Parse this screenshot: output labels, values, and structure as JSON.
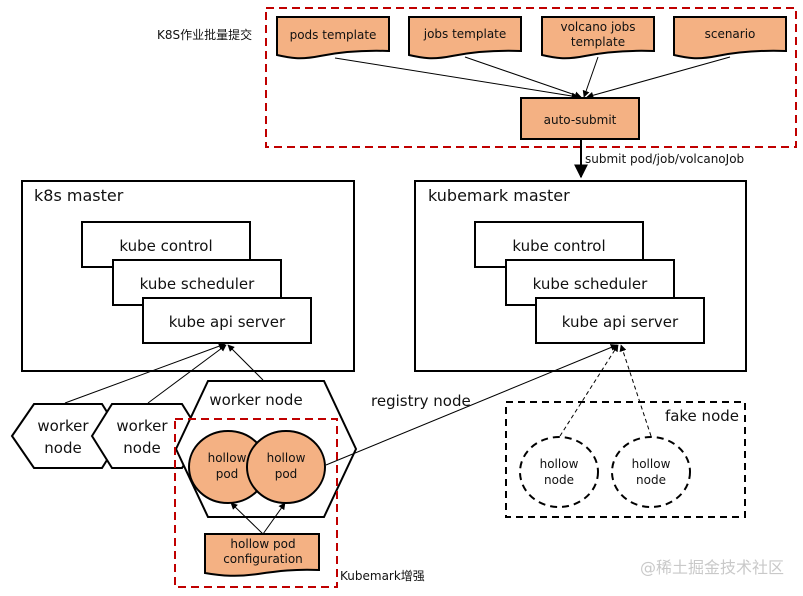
{
  "colors": {
    "fill": "#f4b183",
    "stroke": "#000000",
    "red_dash": "#c00000",
    "watermark": "#c9c9c9"
  },
  "groups": {
    "batch_submit": "K8S作业批量提交",
    "kubemark_enhance": "Kubemark增强"
  },
  "templates": [
    {
      "lines": [
        "pods template"
      ]
    },
    {
      "lines": [
        "jobs template"
      ]
    },
    {
      "lines": [
        "volcano jobs",
        "template"
      ]
    },
    {
      "lines": [
        "scenario"
      ]
    }
  ],
  "auto_submit": "auto-submit",
  "submit_edge_label": "submit pod/job/volcanoJob",
  "k8s_master": {
    "title": "k8s master",
    "components": [
      "kube control",
      "kube scheduler",
      "kube api server"
    ]
  },
  "kubemark_master": {
    "title": "kubemark master",
    "components": [
      "kube control",
      "kube scheduler",
      "kube api server"
    ]
  },
  "worker_nodes": [
    {
      "lines": [
        "worker",
        "node"
      ]
    },
    {
      "lines": [
        "worker",
        "node"
      ]
    }
  ],
  "big_worker_node": "worker node",
  "hollow_pods": [
    {
      "lines": [
        "hollow",
        "pod"
      ]
    },
    {
      "lines": [
        "hollow",
        "pod"
      ]
    }
  ],
  "hollow_pod_config": [
    "hollow pod",
    "configuration"
  ],
  "registry_edge_label": "registry node",
  "fake_node": {
    "title": "fake node",
    "hollow_nodes": [
      {
        "lines": [
          "hollow",
          "node"
        ]
      },
      {
        "lines": [
          "hollow",
          "node"
        ]
      }
    ]
  },
  "watermark": "@稀土掘金技术社区"
}
